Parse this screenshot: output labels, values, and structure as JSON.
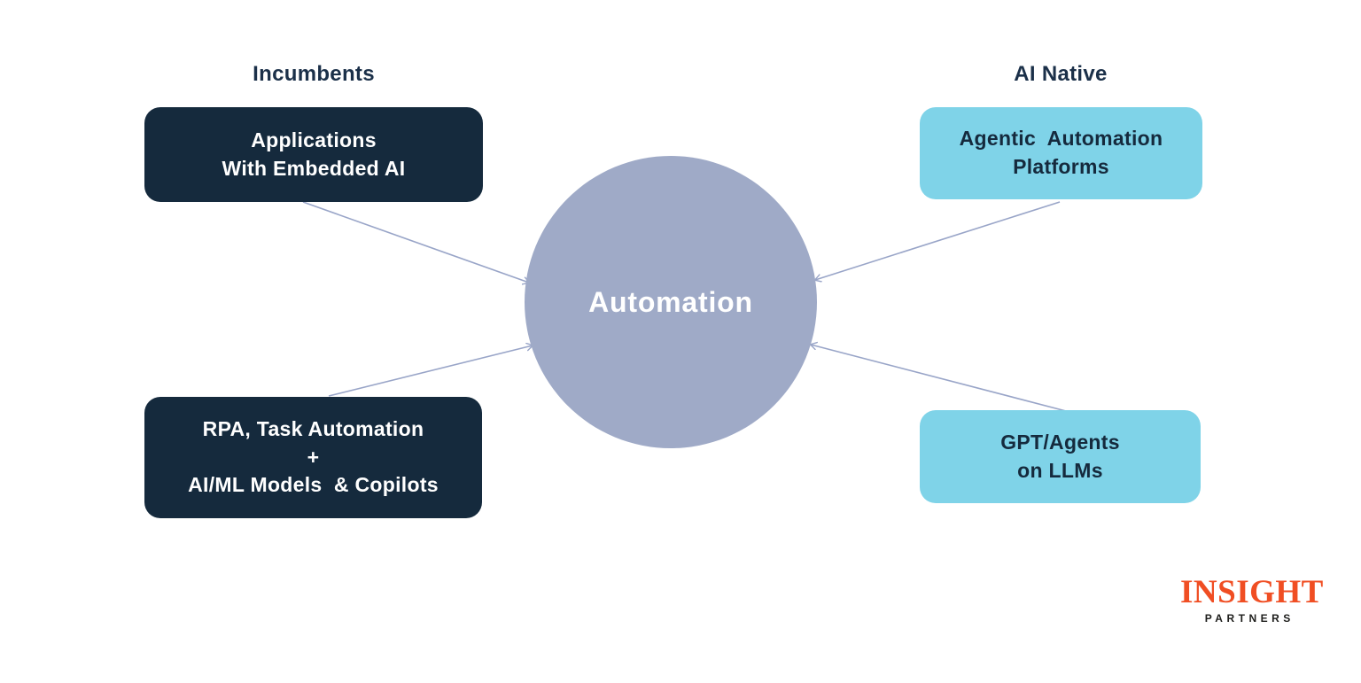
{
  "columns": {
    "left": {
      "heading": "Incumbents"
    },
    "right": {
      "heading": "AI Native"
    }
  },
  "nodes": {
    "top_left": {
      "label": "Applications\nWith Embedded AI"
    },
    "bottom_left": {
      "label": "RPA, Task Automation\n+\nAI/ML Models  & Copilots"
    },
    "top_right": {
      "label": "Agentic  Automation\nPlatforms"
    },
    "bottom_right": {
      "label": "GPT/Agents\non LLMs"
    }
  },
  "center": {
    "label": "Automation"
  },
  "logo": {
    "wordmark": "INSIGHT",
    "subtext": "PARTNERS"
  },
  "colors": {
    "navy": "#152a3d",
    "heading": "#1b3049",
    "light_blue": "#7fd3e8",
    "circle": "#9faac7",
    "arrow": "#99a5c8",
    "logo_orange": "#f04e23",
    "logo_black": "#1d1d1b"
  }
}
